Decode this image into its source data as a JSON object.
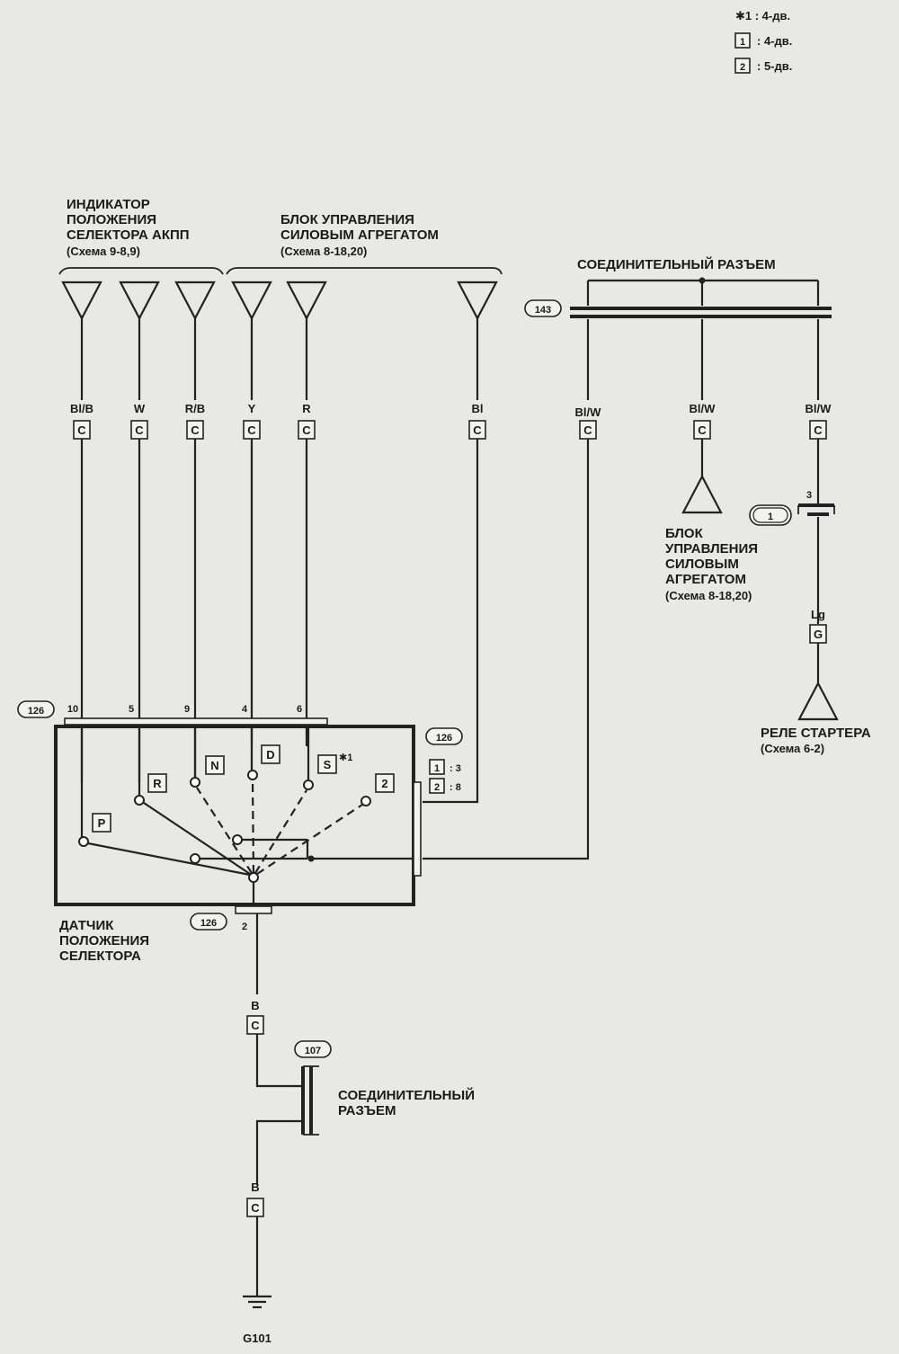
{
  "legend": {
    "note1": "✱1 : 4-дв.",
    "box1_num": "1",
    "box1_text": ": 4-дв.",
    "box2_num": "2",
    "box2_text": ": 5-дв."
  },
  "groups": {
    "indicator": [
      "ИНДИКАТОР",
      "ПОЛОЖЕНИЯ",
      "СЕЛЕКТОРА АКПП",
      "(Схема 9-8,9)"
    ],
    "ecu_top": [
      "БЛОК УПРАВЛЕНИЯ",
      "СИЛОВЫМ АГРЕГАТОМ",
      "(Схема 8-18,20)"
    ],
    "joint_top": "СОЕДИНИТЕЛЬНЫЙ РАЗЪЕМ",
    "ecu_right": [
      "БЛОК",
      "УПРАВЛЕНИЯ",
      "СИЛОВЫМ",
      "АГРЕГАТОМ",
      "(Схема 8-18,20)"
    ],
    "starter_relay": [
      "РЕЛЕ СТАРТЕРА",
      "(Схема 6-2)"
    ],
    "sensor": [
      "ДАТЧИК",
      "ПОЛОЖЕНИЯ",
      "СЕЛЕКТОРА"
    ],
    "joint_bottom": [
      "СОЕДИНИТЕЛЬНЫЙ",
      "РАЗЪЕМ"
    ],
    "ground": "G101"
  },
  "wires": [
    {
      "color": "Bl/B",
      "conn": "C",
      "pin": "10"
    },
    {
      "color": "W",
      "conn": "C",
      "pin": "5"
    },
    {
      "color": "R/B",
      "conn": "C",
      "pin": "9"
    },
    {
      "color": "Y",
      "conn": "C",
      "pin": "4"
    },
    {
      "color": "R",
      "conn": "C",
      "pin": "6"
    },
    {
      "color": "Bl",
      "conn": "C",
      "pin": ""
    }
  ],
  "right_wires": [
    {
      "color": "Bl/W",
      "conn": "C"
    },
    {
      "color": "Bl/W",
      "conn": "C"
    },
    {
      "color": "Bl/W",
      "conn": "C"
    }
  ],
  "relay_branch": {
    "pin": "3",
    "badge": "1",
    "color": "Lg",
    "conn": "G"
  },
  "connectors": {
    "top_left": "126",
    "top_right": "126",
    "bottom": "126",
    "joint_top": "143",
    "joint_bottom": "107"
  },
  "switch_positions": [
    "P",
    "R",
    "N",
    "D",
    "S",
    "2"
  ],
  "s_note": "✱1",
  "side_pins": {
    "box1": "1",
    "val1": ": 3",
    "box2": "2",
    "val2": ": 8"
  },
  "ground_wire": {
    "pin": "2",
    "color_top": "B",
    "conn_top": "C",
    "color_bottom": "B",
    "conn_bottom": "C"
  }
}
